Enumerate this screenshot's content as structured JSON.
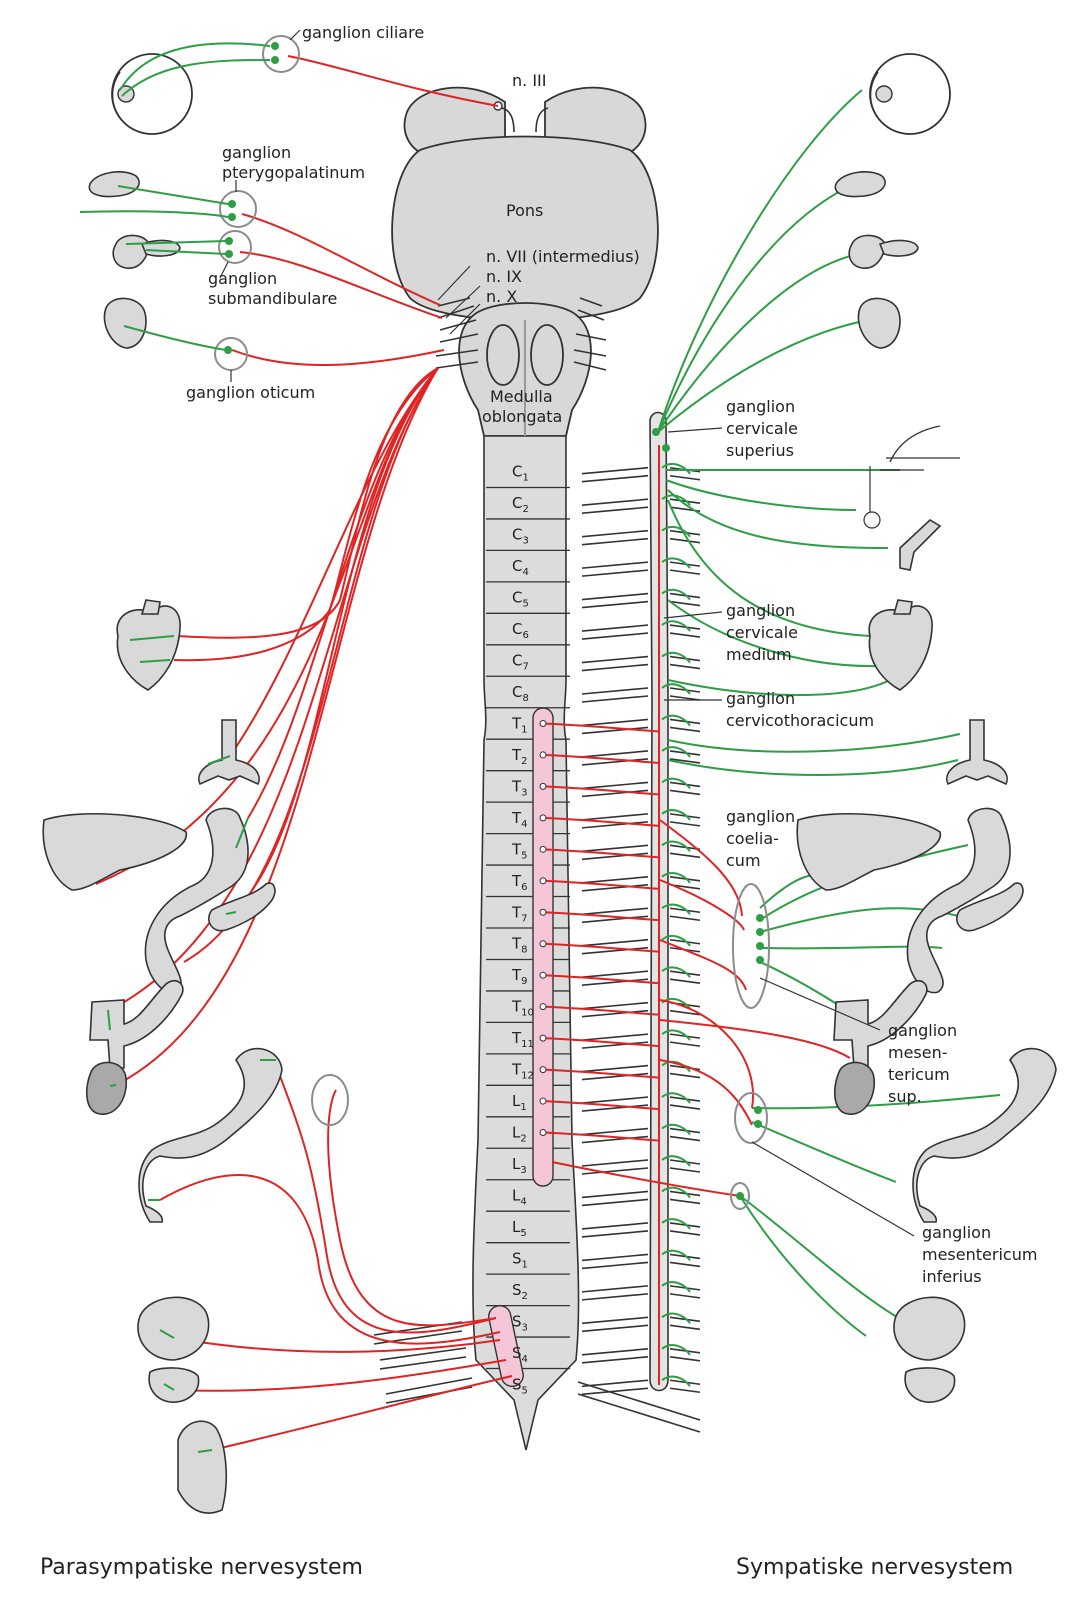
{
  "colors": {
    "parasympathetic_fiber": "#e02424",
    "sympathetic_fiber": "#2e9e46",
    "intermediolateral_column": "#f4c6d8",
    "organ_fill": "#d9d9d9",
    "outline": "#333333"
  },
  "labels": {
    "ganglion_ciliare": "ganglion ciliare",
    "n_III": "n. III",
    "ganglion_pterygopalatinum_1": "ganglion",
    "ganglion_pterygopalatinum_2": "pterygopalatinum",
    "pons": "Pons",
    "n_VII": "n. VII (intermedius)",
    "n_IX": "n. IX",
    "n_X": "n. X",
    "ganglion_submandibulare_1": "ganglion",
    "ganglion_submandibulare_2": "submandibulare",
    "ganglion_oticum": "ganglion oticum",
    "medulla_1": "Medulla",
    "medulla_2": "oblongata",
    "ganglion_cervicale_superius_1": "ganglion",
    "ganglion_cervicale_superius_2": "cervicale",
    "ganglion_cervicale_superius_3": "superius",
    "ganglion_cervicale_medium_1": "ganglion",
    "ganglion_cervicale_medium_2": "cervicale",
    "ganglion_cervicale_medium_3": "medium",
    "ganglion_cervicothoracicum_1": "ganglion",
    "ganglion_cervicothoracicum_2": "cervicothoracicum",
    "ganglion_coeliacum_1": "ganglion",
    "ganglion_coeliacum_2": "coelia-",
    "ganglion_coeliacum_3": "cum",
    "ganglion_mesentericum_sup_1": "ganglion",
    "ganglion_mesentericum_sup_2": "mesen-",
    "ganglion_mesentericum_sup_3": "tericum",
    "ganglion_mesentericum_sup_4": "sup.",
    "ganglion_mesentericum_inf_1": "ganglion",
    "ganglion_mesentericum_inf_2": "mesentericum",
    "ganglion_mesentericum_inf_3": "inferius",
    "caption_left": "Parasympatiske nervesystem",
    "caption_right": "Sympatiske nervesystem"
  },
  "segments": [
    {
      "letter": "C",
      "sub": "1"
    },
    {
      "letter": "C",
      "sub": "2"
    },
    {
      "letter": "C",
      "sub": "3"
    },
    {
      "letter": "C",
      "sub": "4"
    },
    {
      "letter": "C",
      "sub": "5"
    },
    {
      "letter": "C",
      "sub": "6"
    },
    {
      "letter": "C",
      "sub": "7"
    },
    {
      "letter": "C",
      "sub": "8"
    },
    {
      "letter": "T",
      "sub": "1"
    },
    {
      "letter": "T",
      "sub": "2"
    },
    {
      "letter": "T",
      "sub": "3"
    },
    {
      "letter": "T",
      "sub": "4"
    },
    {
      "letter": "T",
      "sub": "5"
    },
    {
      "letter": "T",
      "sub": "6"
    },
    {
      "letter": "T",
      "sub": "7"
    },
    {
      "letter": "T",
      "sub": "8"
    },
    {
      "letter": "T",
      "sub": "9"
    },
    {
      "letter": "T",
      "sub": "10"
    },
    {
      "letter": "T",
      "sub": "11"
    },
    {
      "letter": "T",
      "sub": "12"
    },
    {
      "letter": "L",
      "sub": "1"
    },
    {
      "letter": "L",
      "sub": "2"
    },
    {
      "letter": "L",
      "sub": "3"
    },
    {
      "letter": "L",
      "sub": "4"
    },
    {
      "letter": "L",
      "sub": "5"
    },
    {
      "letter": "S",
      "sub": "1"
    },
    {
      "letter": "S",
      "sub": "2"
    },
    {
      "letter": "S",
      "sub": "3"
    },
    {
      "letter": "S",
      "sub": "4"
    },
    {
      "letter": "S",
      "sub": "5"
    }
  ]
}
